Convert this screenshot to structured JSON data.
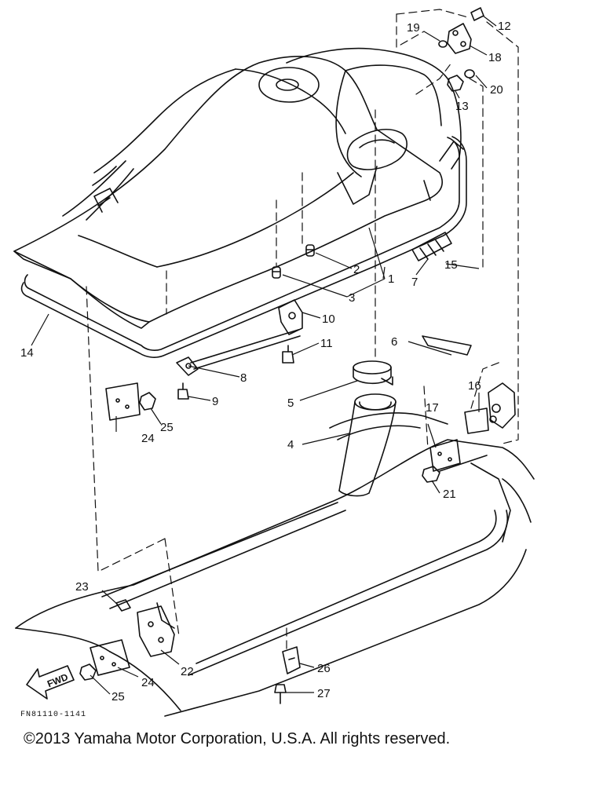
{
  "diagram": {
    "figure_code": "FN81110-1141",
    "fwd_label": "FWD",
    "callouts": [
      {
        "id": "1",
        "label": "1"
      },
      {
        "id": "2",
        "label": "2"
      },
      {
        "id": "3",
        "label": "3"
      },
      {
        "id": "4",
        "label": "4"
      },
      {
        "id": "5",
        "label": "5"
      },
      {
        "id": "6",
        "label": "6"
      },
      {
        "id": "7",
        "label": "7"
      },
      {
        "id": "8",
        "label": "8"
      },
      {
        "id": "9",
        "label": "9"
      },
      {
        "id": "10",
        "label": "10"
      },
      {
        "id": "11",
        "label": "11"
      },
      {
        "id": "12",
        "label": "12"
      },
      {
        "id": "13",
        "label": "13"
      },
      {
        "id": "14",
        "label": "14"
      },
      {
        "id": "15",
        "label": "15"
      },
      {
        "id": "16",
        "label": "16"
      },
      {
        "id": "17",
        "label": "17"
      },
      {
        "id": "18",
        "label": "18"
      },
      {
        "id": "19",
        "label": "19"
      },
      {
        "id": "20",
        "label": "20"
      },
      {
        "id": "21",
        "label": "21"
      },
      {
        "id": "22",
        "label": "22"
      },
      {
        "id": "23",
        "label": "23"
      },
      {
        "id": "24a",
        "label": "24"
      },
      {
        "id": "24b",
        "label": "24"
      },
      {
        "id": "25a",
        "label": "25"
      },
      {
        "id": "25b",
        "label": "25"
      },
      {
        "id": "26",
        "label": "26"
      },
      {
        "id": "27",
        "label": "27"
      }
    ]
  },
  "footer": {
    "copyright": "©2013 Yamaha Motor Corporation, U.S.A. All rights reserved."
  }
}
